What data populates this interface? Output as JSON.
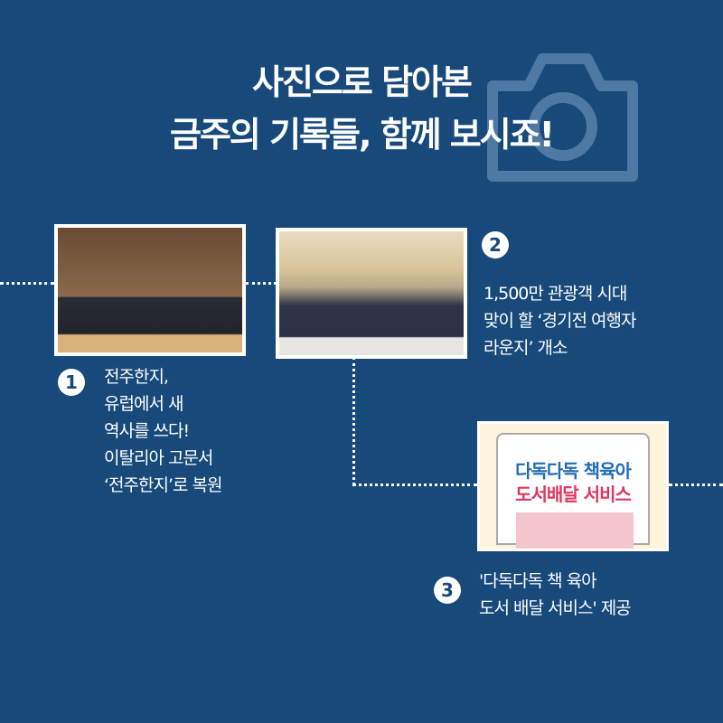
{
  "header": {
    "line1": "사진으로 담아본",
    "line2": "금주의 기록들, 함께 보시죠!"
  },
  "items": [
    {
      "number": "1",
      "caption": [
        "전주한지,",
        "유럽에서 새",
        "역사를 쓰다!",
        "이탈리아 고문서",
        "‘전주한지’로 복원"
      ]
    },
    {
      "number": "2",
      "caption": [
        "1,500만 관광객 시대",
        "맞이 할 ‘경기전 여행자",
        "라운지’ 개소"
      ]
    },
    {
      "number": "3",
      "caption": [
        "'다독다독 책 육아",
        "도서 배달 서비스' 제공"
      ],
      "poster": {
        "line1": "다독다독 책육아",
        "line2": "도서배달 서비스"
      }
    }
  ]
}
